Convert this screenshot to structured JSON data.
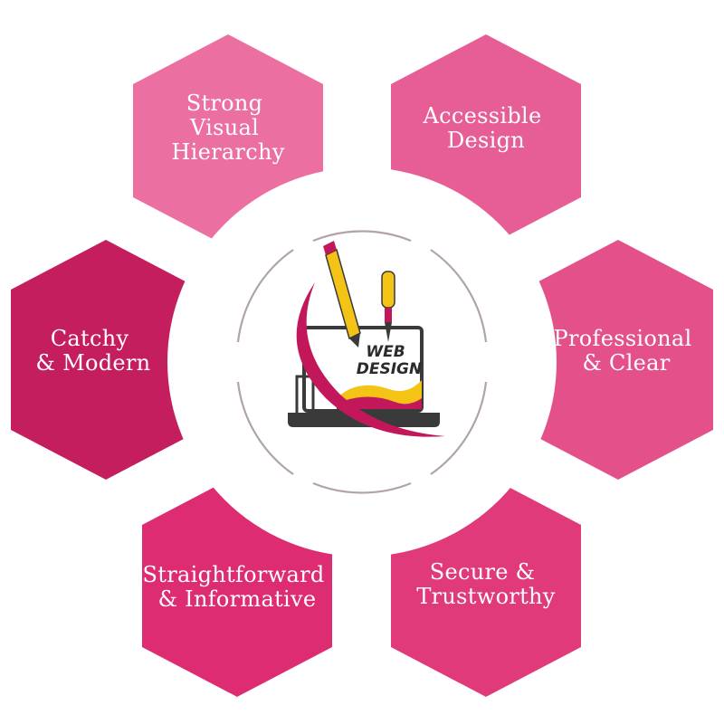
{
  "center_logo": {
    "line1": "WEB",
    "line2": "DESIGN"
  },
  "hexagons": [
    {
      "name": "hex-strong-visual-hierarchy",
      "lines": [
        "Strong",
        "Visual",
        "Hierarchy"
      ],
      "color": "#ec6fa1"
    },
    {
      "name": "hex-accessible-design",
      "lines": [
        "Accessible",
        "Design"
      ],
      "color": "#e65e95"
    },
    {
      "name": "hex-professional-clear",
      "lines": [
        "Professional",
        "& Clear"
      ],
      "color": "#e4508a"
    },
    {
      "name": "hex-secure-trustworthy",
      "lines": [
        "Secure &",
        "Trustworthy"
      ],
      "color": "#e13a7a"
    },
    {
      "name": "hex-straightforward-informative",
      "lines": [
        "Straightforward",
        "& Informative"
      ],
      "color": "#de2c73"
    },
    {
      "name": "hex-catchy-modern",
      "lines": [
        "Catchy",
        "& Modern"
      ],
      "color": "#c51e5e"
    }
  ],
  "colors": {
    "ring": "#ffffff",
    "ring_line": "#b2a3aa",
    "accent_magenta": "#c2185b",
    "accent_yellow": "#f3c316",
    "laptop_dark": "#3a3a3a"
  }
}
